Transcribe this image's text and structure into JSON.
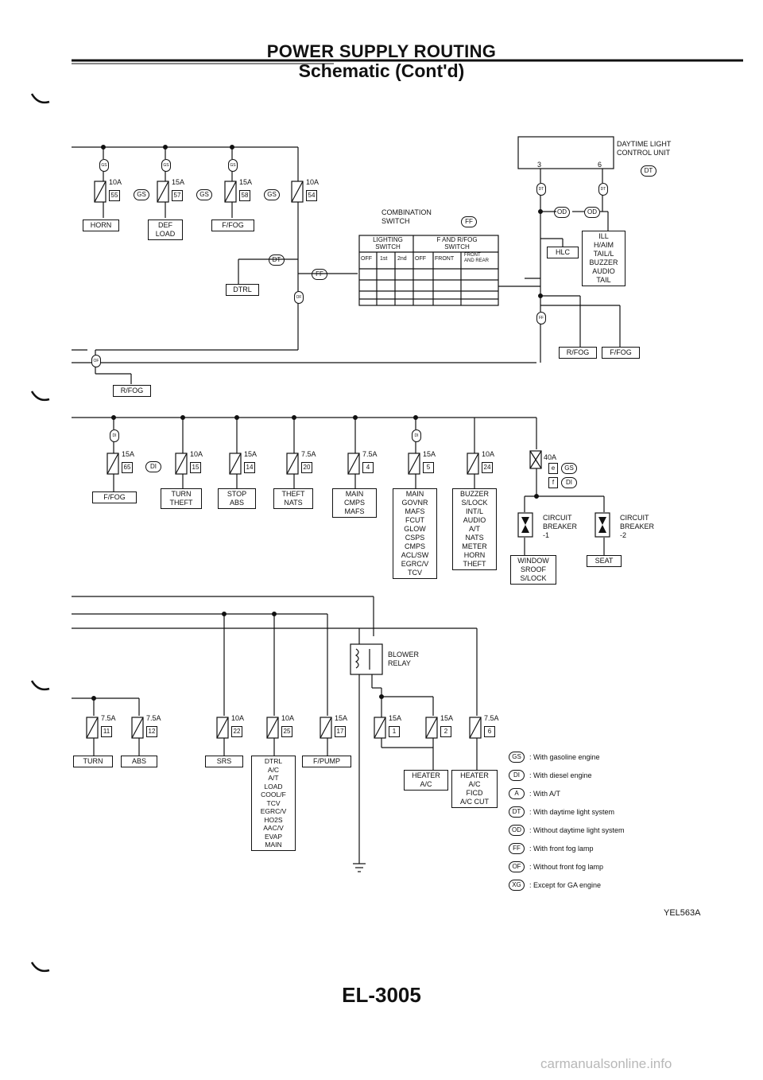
{
  "header": {
    "title": "POWER SUPPLY ROUTING",
    "subtitle": "Schematic (Cont'd)"
  },
  "footer": {
    "page_number": "EL-3005",
    "figure_code": "YEL563A",
    "watermark": "carmanualsonline.info"
  },
  "fuses": [
    {
      "rating": "10A",
      "number": "55"
    },
    {
      "rating": "15A",
      "number": "57"
    },
    {
      "rating": "15A",
      "number": "58"
    },
    {
      "rating": "10A",
      "number": "54"
    },
    {
      "rating": "15A",
      "number": "65"
    },
    {
      "rating": "10A",
      "number": "15"
    },
    {
      "rating": "15A",
      "number": "14"
    },
    {
      "rating": "7.5A",
      "number": "20"
    },
    {
      "rating": "7.5A",
      "number": "4"
    },
    {
      "rating": "15A",
      "number": "5"
    },
    {
      "rating": "10A",
      "number": "24"
    },
    {
      "rating": "7.5A",
      "number": "11"
    },
    {
      "rating": "7.5A",
      "number": "12"
    },
    {
      "rating": "10A",
      "number": "22"
    },
    {
      "rating": "10A",
      "number": "25"
    },
    {
      "rating": "15A",
      "number": "17"
    },
    {
      "rating": "15A",
      "number": "1"
    },
    {
      "rating": "15A",
      "number": "2"
    },
    {
      "rating": "7.5A",
      "number": "6"
    }
  ],
  "fusible_link": {
    "rating": "40A",
    "top": "e",
    "bottom": "f"
  },
  "loads": {
    "horn": "HORN",
    "def_load": [
      "DEF",
      "LOAD"
    ],
    "ffog_top": "F/FOG",
    "dtrl": "DTRL",
    "rfog_left": "R/FOG",
    "rfog_right": "R/FOG",
    "ffog_right": "F/FOG",
    "ffog_mid": "F/FOG",
    "turn_theft": [
      "TURN",
      "THEFT"
    ],
    "stop_abs": [
      "STOP",
      "ABS"
    ],
    "theft_nats": [
      "THEFT",
      "NATS"
    ],
    "main_cmps": [
      "MAIN",
      "CMPS",
      "MAFS"
    ],
    "main_gov": [
      "MAIN",
      "GOVNR",
      "MAFS",
      "FCUT",
      "GLOW",
      "CSPS",
      "CMPS",
      "ACL/SW",
      "EGRC/V",
      "TCV"
    ],
    "buzzer": [
      "BUZZER",
      "S/LOCK",
      "INT/L",
      "AUDIO",
      "A/T",
      "NATS",
      "METER",
      "HORN",
      "THEFT"
    ],
    "window": [
      "WINDOW",
      "SROOF",
      "S/LOCK"
    ],
    "seat": "SEAT",
    "turn": "TURN",
    "abs": "ABS",
    "srs": "SRS",
    "dtrl_list": [
      "DTRL",
      "A/C",
      "A/T",
      "LOAD",
      "COOL/F",
      "TCV",
      "EGRC/V",
      "HO2S",
      "AAC/V",
      "EVAP",
      "MAIN"
    ],
    "fpump": "F/PUMP",
    "heater_ac": [
      "HEATER",
      "A/C"
    ],
    "heater_fi": [
      "HEATER",
      "A/C",
      "FICD",
      "A/C CUT"
    ],
    "hlc": "HLC",
    "ill": [
      "ILL",
      "H/AIM",
      "TAIL/L",
      "BUZZER",
      "AUDIO",
      "TAIL"
    ]
  },
  "daytime_unit": {
    "label": [
      "DAYTIME LIGHT",
      "CONTROL UNIT"
    ],
    "pin_a": "3",
    "pin_b": "6",
    "code": "DT"
  },
  "combination_switch": {
    "title": [
      "COMBINATION",
      "SWITCH"
    ],
    "code": "FF",
    "lighting": [
      "LIGHTING",
      "SWITCH"
    ],
    "fog": [
      "F AND R/FOG",
      "SWITCH"
    ],
    "columns": [
      "OFF",
      "1st",
      "2nd",
      "OFF",
      "FRONT",
      "FRONT",
      "AND REAR"
    ]
  },
  "circuit_breakers": [
    {
      "label": [
        "CIRCUIT",
        "BREAKER",
        "-1"
      ]
    },
    {
      "label": [
        "CIRCUIT",
        "BREAKER",
        "-2"
      ]
    }
  ],
  "blower_relay": [
    "BLOWER",
    "RELAY"
  ],
  "condition_codes": {
    "gs": "GS",
    "di": "DI",
    "dt": "DT",
    "od": "OD",
    "ff": "FF",
    "of": "OF",
    "xg": "XG"
  },
  "legend": [
    {
      "code": "GS",
      "text": ": With gasoline engine"
    },
    {
      "code": "DI",
      "text": ": With diesel engine"
    },
    {
      "code": "A",
      "text": ": With A/T"
    },
    {
      "code": "DT",
      "text": ": With daytime light system"
    },
    {
      "code": "OD",
      "text": ": Without daytime light system"
    },
    {
      "code": "FF",
      "text": ": With front fog lamp"
    },
    {
      "code": "OF",
      "text": ": Without front fog lamp"
    },
    {
      "code": "XG",
      "text": ": Except for GA engine"
    }
  ]
}
